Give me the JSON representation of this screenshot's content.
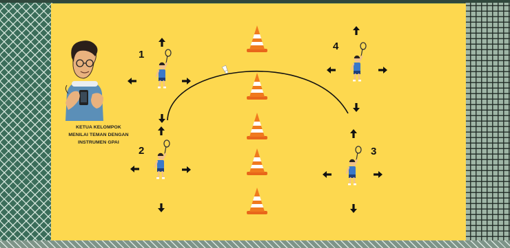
{
  "players": [
    {
      "id": "player-1",
      "number": "1"
    },
    {
      "id": "player-2",
      "number": "2"
    },
    {
      "id": "player-3",
      "number": "3"
    },
    {
      "id": "player-4",
      "number": "4"
    }
  ],
  "caption": {
    "line1": "KETUA KELOMPOK",
    "line2": "MENILAI TEMAN DENGAN",
    "line3": "INSTRUMEN GPAI"
  },
  "cones_count": 5,
  "colors": {
    "court": "#fdd84f",
    "cone": "#f07a1e",
    "shirt": "#3a78c9",
    "arrow": "#111111"
  }
}
